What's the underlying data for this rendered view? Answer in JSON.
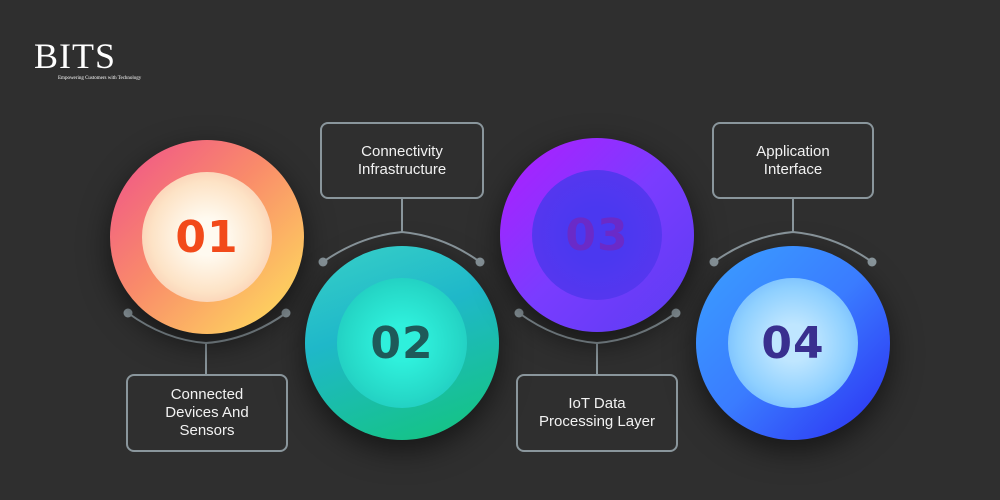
{
  "logo": {
    "text": "BITS",
    "tagline": "Empowering Customers with Technology"
  },
  "steps": [
    {
      "number": "01",
      "label_lines": [
        "Connected",
        "Devices And",
        "Sensors"
      ]
    },
    {
      "number": "02",
      "label_lines": [
        "Connectivity",
        "Infrastructure"
      ]
    },
    {
      "number": "03",
      "label_lines": [
        "IoT Data",
        "Processing Layer"
      ]
    },
    {
      "number": "04",
      "label_lines": [
        "Application",
        "Interface"
      ]
    }
  ],
  "colors": {
    "background": "#2f2f2f",
    "connector": "#8a969c",
    "step1_number": "#f24a1a",
    "step2_number": "#1e5a59",
    "step3_number": "#6a2ac8",
    "step4_number": "#392f8f"
  }
}
